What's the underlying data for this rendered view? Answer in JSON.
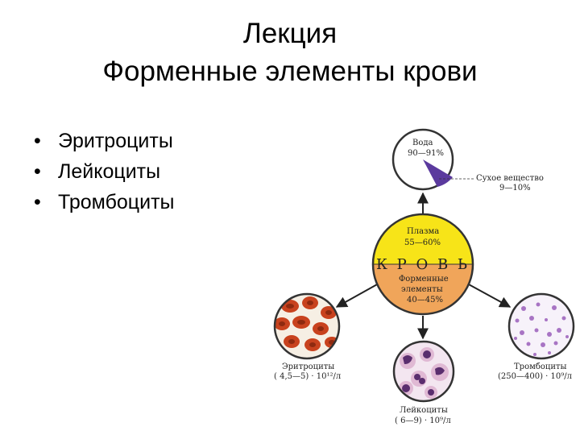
{
  "title": {
    "line1": "Лекция",
    "line2": "Форменные элементы крови"
  },
  "bullets": [
    "Эритроциты",
    "Лейкоциты",
    "Тромбоциты"
  ],
  "diagram": {
    "center": {
      "plasma_label": "Плазма",
      "plasma_pct": "55—60%",
      "word": "К Р О В Ь",
      "formed_label1": "Форменные",
      "formed_label2": "элементы",
      "formed_pct": "40—45%"
    },
    "water": {
      "label": "Вода",
      "pct": "90—91%",
      "dry_label": "Сухое вещество",
      "dry_pct": "9—10%"
    },
    "erythrocytes": {
      "label": "Эритроциты",
      "count": "( 4,5—5) · 10¹²/л"
    },
    "leukocytes": {
      "label": "Лейкоциты",
      "count": "( 6—9) · 10⁹/л"
    },
    "thrombocytes": {
      "label": "Тромбоциты",
      "count": "(250—400) · 10⁹/л"
    },
    "colors": {
      "plasma": "#f7e418",
      "formed": "#f0a55a",
      "rbc": "#c8421e",
      "leuko": "#5a2e6e",
      "platelet": "#a874c4",
      "water_slice": "#5b3a9e"
    }
  }
}
